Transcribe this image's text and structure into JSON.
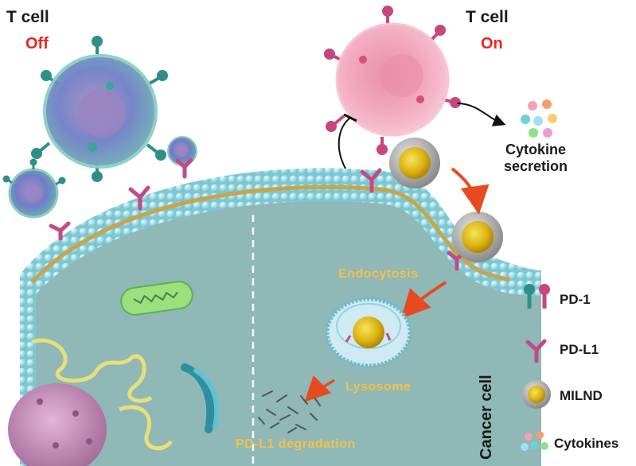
{
  "labels": {
    "tcell_off_title": "T cell",
    "tcell_off_state": "Off",
    "tcell_on_title": "T cell",
    "tcell_on_state": "On",
    "cytokine_line1": "Cytokine",
    "cytokine_line2": "secretion",
    "endocytosis": "Endocytosis",
    "lysosome": "Lysosome",
    "degradation": "PD-L1 degradation",
    "cancer_cell": "Cancer cell"
  },
  "legend": [
    {
      "icon": "pd1-icon",
      "label": "PD-1"
    },
    {
      "icon": "pdl1-icon",
      "label": "PD-L1"
    },
    {
      "icon": "milnd-icon",
      "label": "MILND"
    },
    {
      "icon": "cytokines-icon",
      "label": "Cytokines"
    }
  ],
  "colors": {
    "t_cell_off": "#6f86c8",
    "t_cell_on": "#f3a6be",
    "membrane": "#8fd3db",
    "cytoplasm": "#8fb8b6",
    "state_text": "#e8281f",
    "process_text": "#f6c04a",
    "arrow": "#e84a1f",
    "pdl1": "#c24a86"
  }
}
